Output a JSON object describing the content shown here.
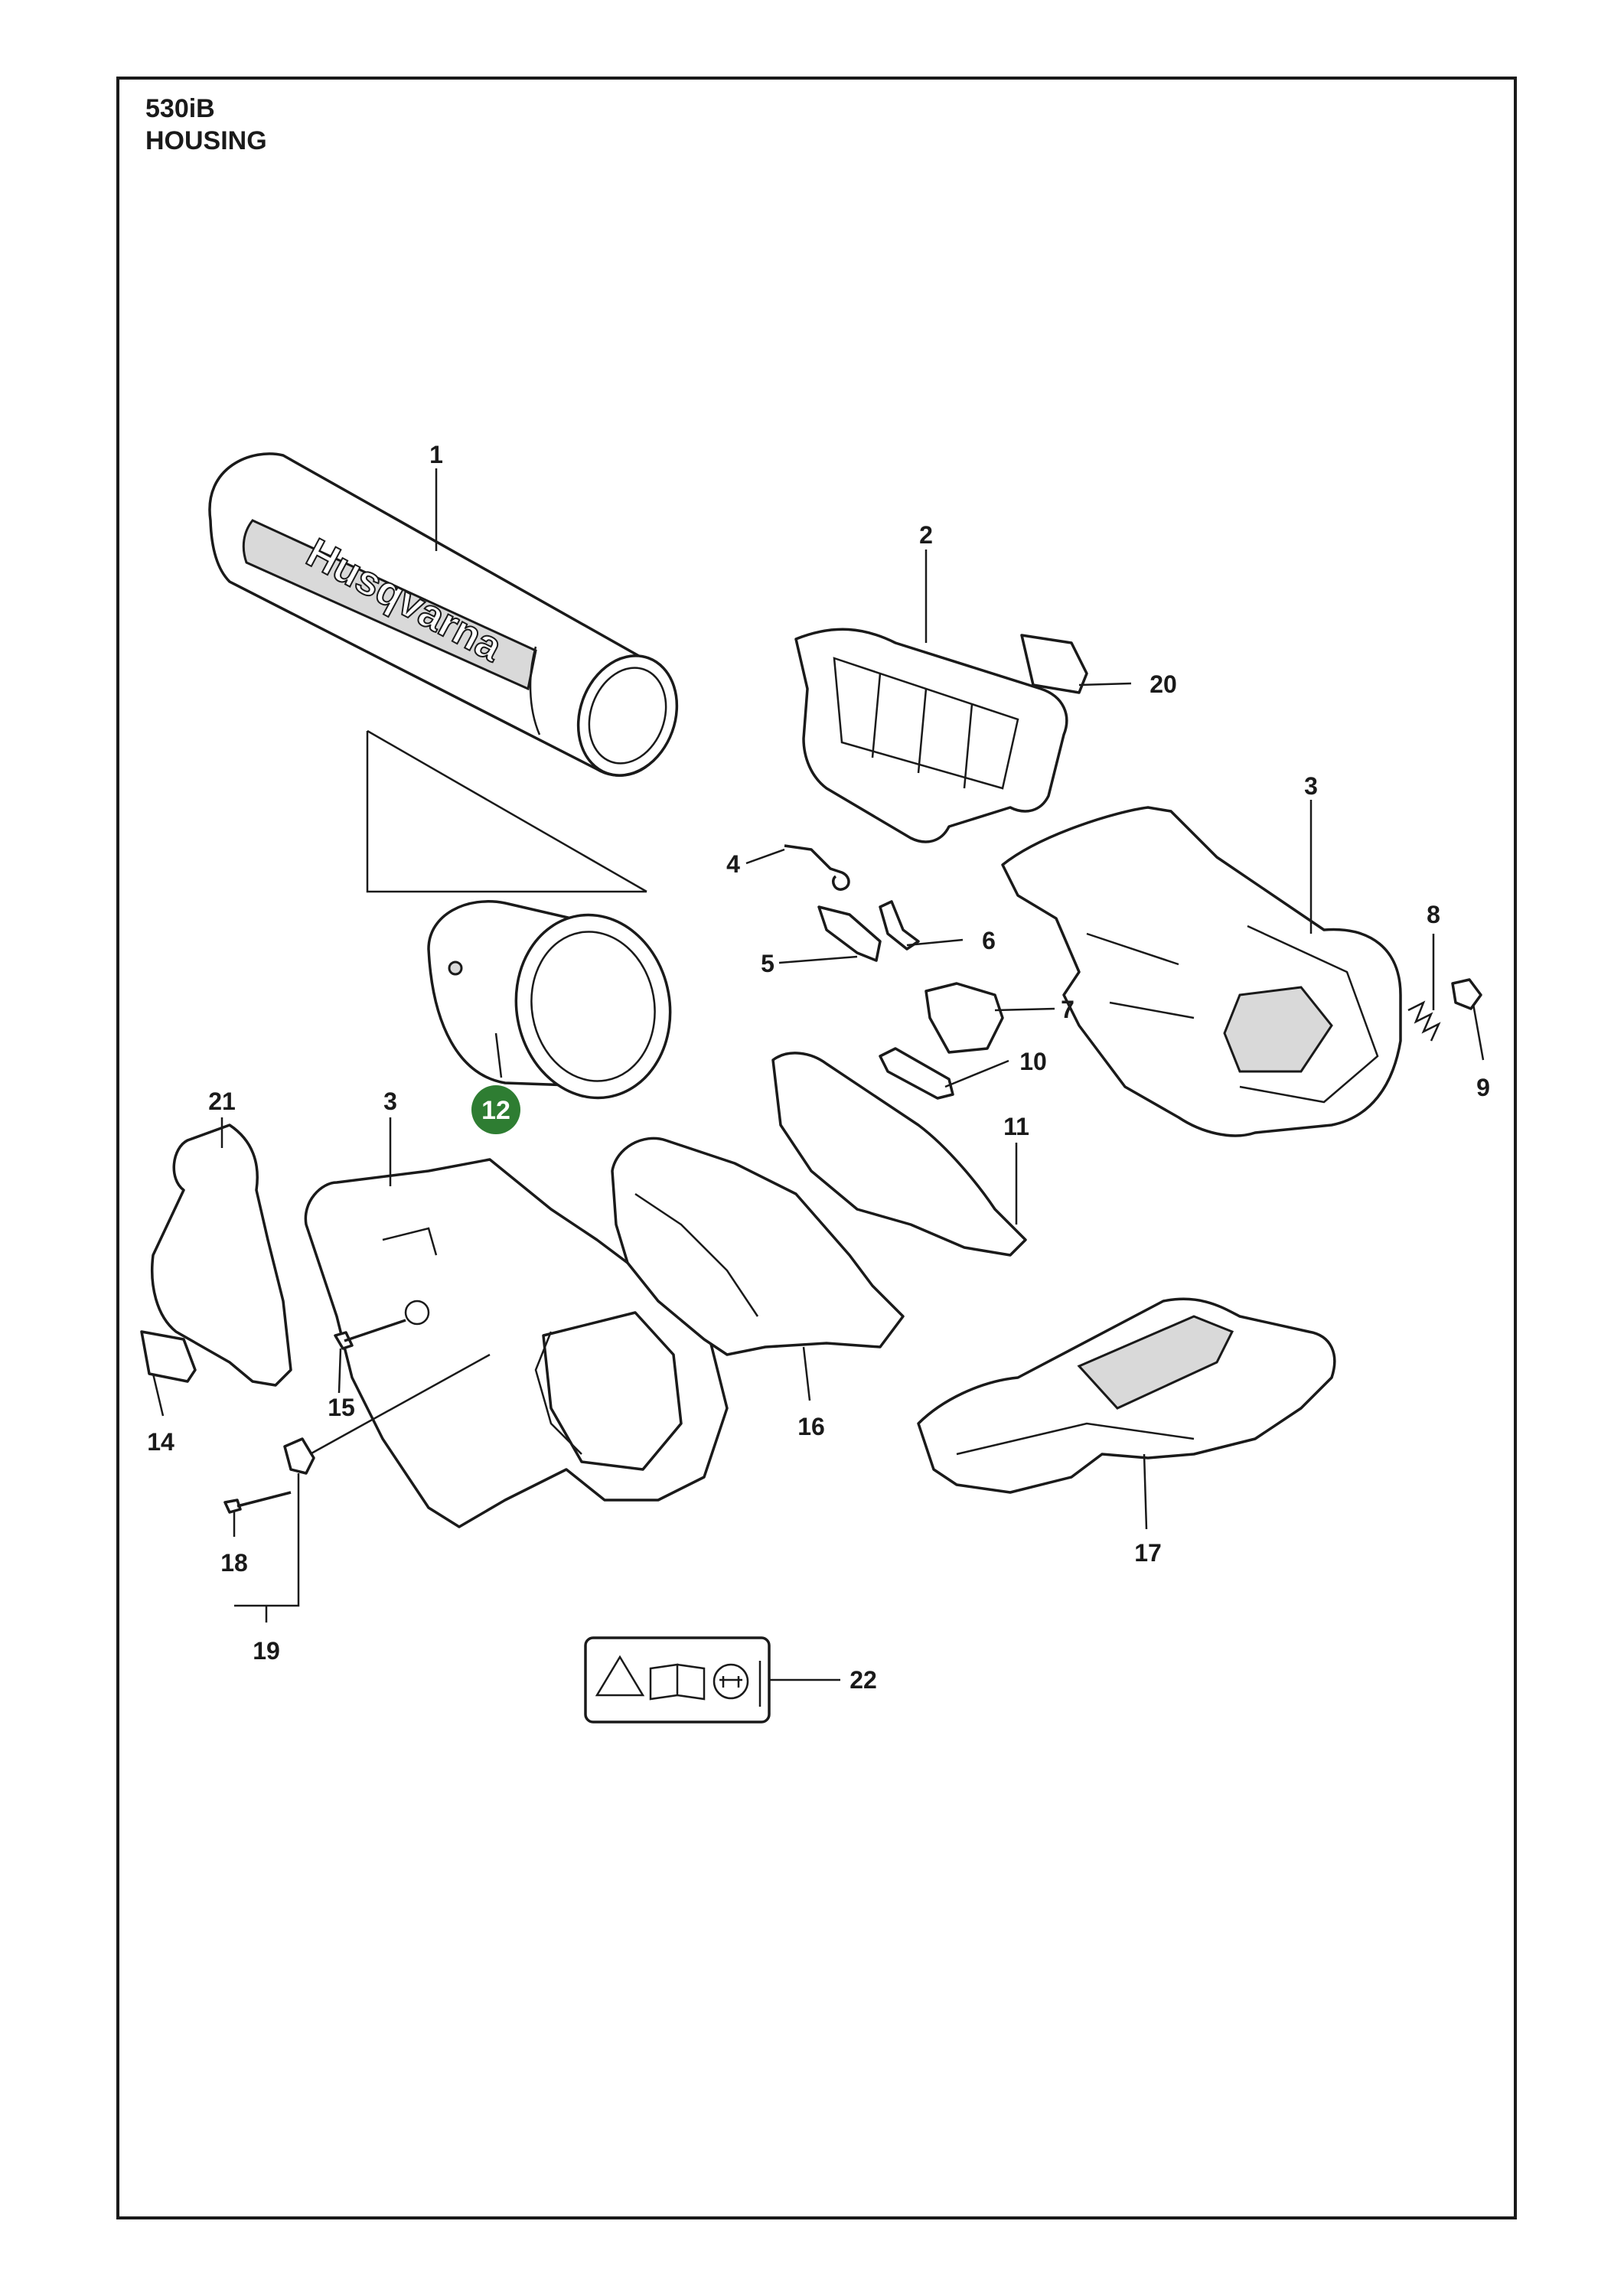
{
  "header": {
    "model": "530iB",
    "section": "HOUSING"
  },
  "logo_text": "Husqvarna",
  "highlight_color": "#2e7d32",
  "callouts": [
    {
      "id": "1",
      "label": "1"
    },
    {
      "id": "2",
      "label": "2"
    },
    {
      "id": "3a",
      "label": "3"
    },
    {
      "id": "3b",
      "label": "3"
    },
    {
      "id": "4",
      "label": "4"
    },
    {
      "id": "5",
      "label": "5"
    },
    {
      "id": "6",
      "label": "6"
    },
    {
      "id": "7",
      "label": "7"
    },
    {
      "id": "8",
      "label": "8"
    },
    {
      "id": "9",
      "label": "9"
    },
    {
      "id": "10",
      "label": "10"
    },
    {
      "id": "11",
      "label": "11"
    },
    {
      "id": "12",
      "label": "12",
      "highlighted": true
    },
    {
      "id": "14",
      "label": "14"
    },
    {
      "id": "15",
      "label": "15"
    },
    {
      "id": "16",
      "label": "16"
    },
    {
      "id": "17",
      "label": "17"
    },
    {
      "id": "18",
      "label": "18"
    },
    {
      "id": "19",
      "label": "19"
    },
    {
      "id": "20",
      "label": "20"
    },
    {
      "id": "21",
      "label": "21"
    },
    {
      "id": "22",
      "label": "22"
    }
  ]
}
